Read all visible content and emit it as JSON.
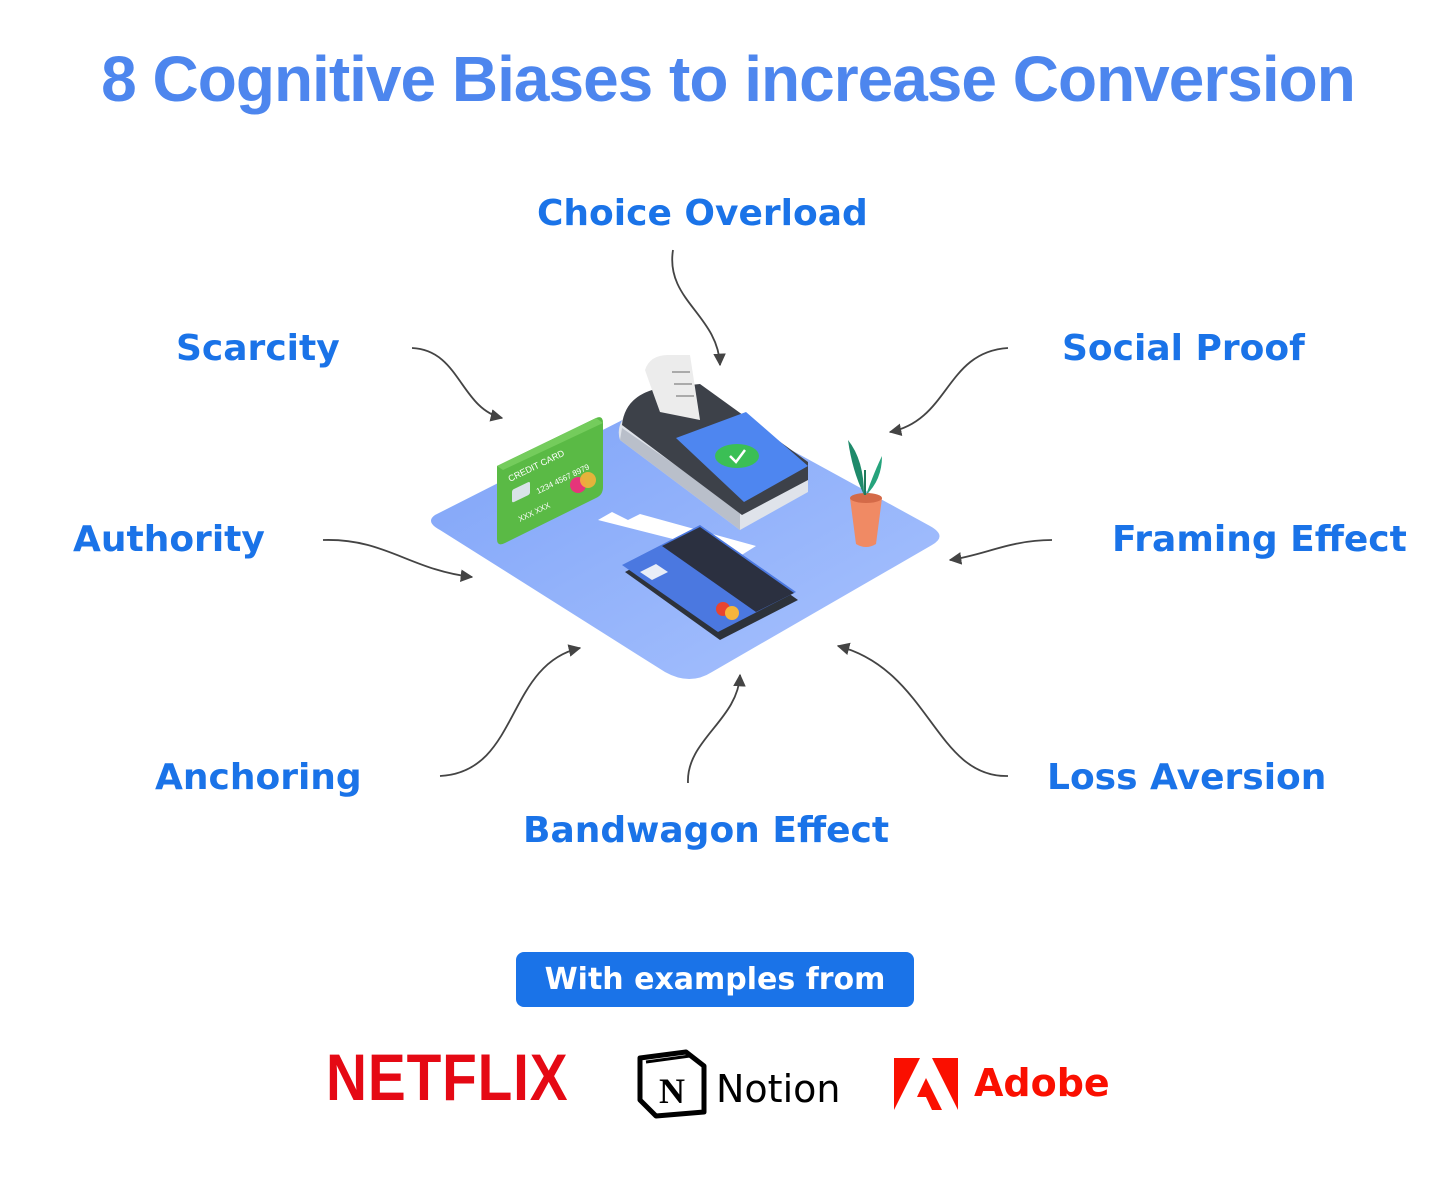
{
  "title": "8 Cognitive Biases to increase Conversion",
  "biases": {
    "choice_overload": "Choice Overload",
    "scarcity": "Scarcity",
    "social_proof": "Social Proof",
    "authority": "Authority",
    "framing_effect": "Framing Effect",
    "anchoring": "Anchoring",
    "loss_aversion": "Loss Aversion",
    "bandwagon_effect": "Bandwagon Effect"
  },
  "illustration": {
    "credit_card_label": "CREDIT CARD",
    "credit_card_number": "1234 4567 8979",
    "credit_card_holder": "XXX XXX"
  },
  "examples_label": "With examples from",
  "brands": {
    "netflix": "NETFLIX",
    "notion": "Notion",
    "notion_mark": "N",
    "adobe": "Adobe"
  },
  "colors": {
    "title": "#4d86ee",
    "bias_text": "#1a73e8",
    "pill": "#1a73e8",
    "netflix": "#e50914",
    "adobe": "#fa0f00",
    "platform": "#8fb0fb",
    "arrow": "#444444"
  }
}
